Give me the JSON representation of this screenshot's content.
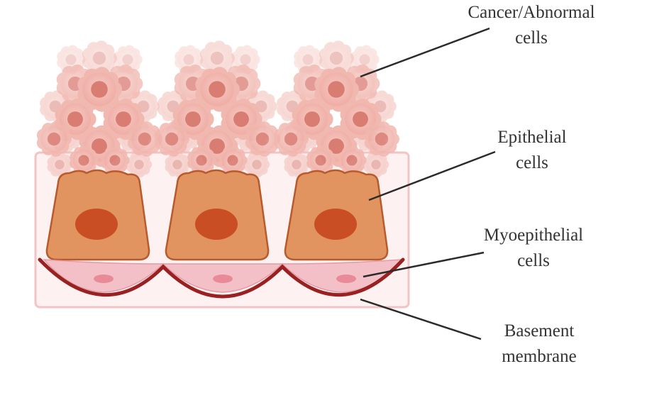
{
  "labels": {
    "cancer": {
      "line1": "Cancer/Abnormal",
      "line2": "cells"
    },
    "epithelial": {
      "line1": "Epithelial",
      "line2": "cells"
    },
    "myoepithelial": {
      "line1": "Myoepithelial",
      "line2": "cells"
    },
    "basement": {
      "line1": "Basement",
      "line2": "membrane"
    }
  },
  "colors": {
    "cancer_cell_fill": "#f1b8b0",
    "cancer_cell_nucleus": "#d97c72",
    "epithelial_fill": "#e29460",
    "epithelial_stroke": "#b85a2c",
    "epithelial_nucleus": "#c94e24",
    "myoepithelial_fill": "#f2c0c6",
    "myoepithelial_nucleus": "#e98a98",
    "basement_membrane": "#9a2121",
    "tissue_box": "#f3c4c4",
    "leader_line": "#2b2b2b"
  }
}
